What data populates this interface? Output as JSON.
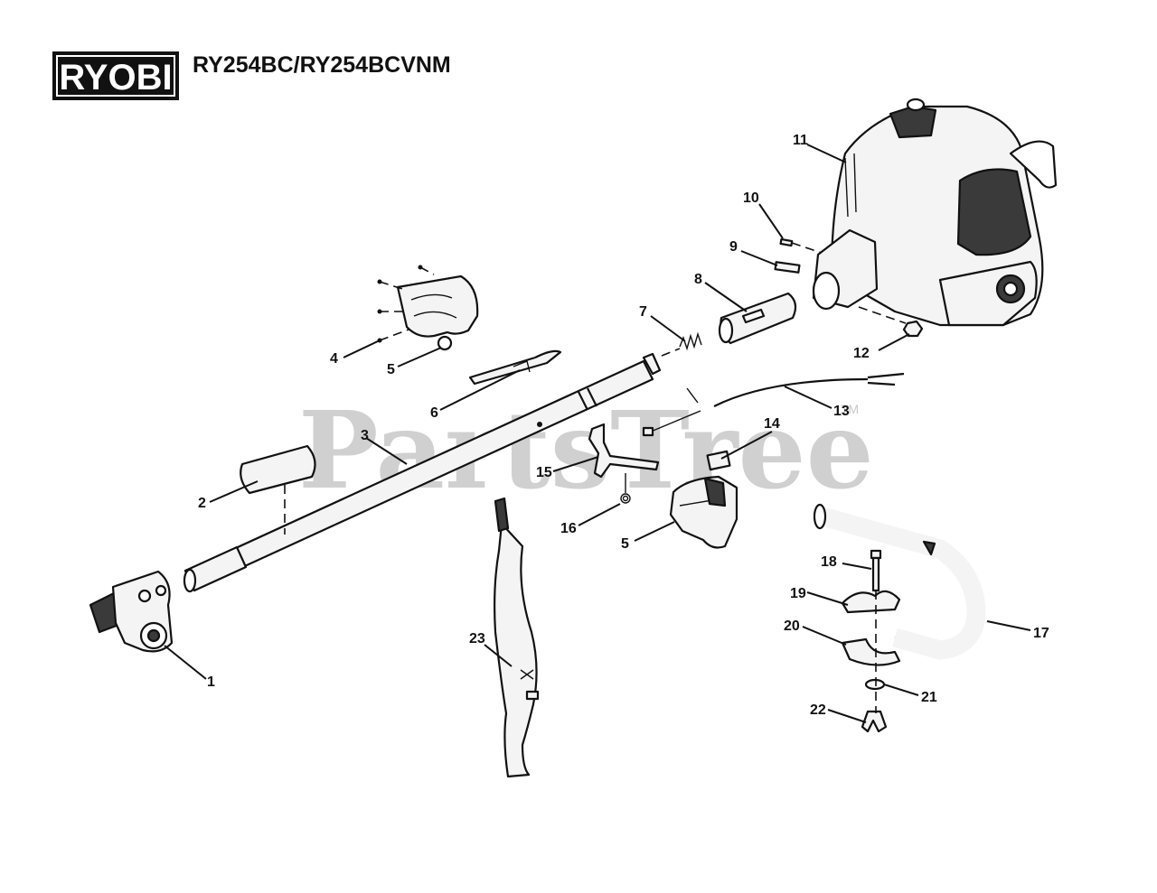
{
  "header": {
    "brand": "RYOBI",
    "model": "RY254BC/RY254BCVNM"
  },
  "watermark": {
    "text": "PartsTree",
    "tm": "TM"
  },
  "colors": {
    "ink": "#111111",
    "brand_bg": "#111111",
    "brand_fg": "#ffffff",
    "part_fill": "#f4f4f4",
    "dark_fill": "#333333",
    "watermark": "#d0d0d0"
  },
  "callouts": {
    "c1": "1",
    "c2": "2",
    "c3": "3",
    "c4": "4",
    "c5a": "5",
    "c5b": "5",
    "c6": "6",
    "c7": "7",
    "c8": "8",
    "c9": "9",
    "c10": "10",
    "c11": "11",
    "c12": "12",
    "c13": "13",
    "c14": "14",
    "c15": "15",
    "c16": "16",
    "c17": "17",
    "c18": "18",
    "c19": "19",
    "c20": "20",
    "c21": "21",
    "c22": "22",
    "c23": "23"
  }
}
